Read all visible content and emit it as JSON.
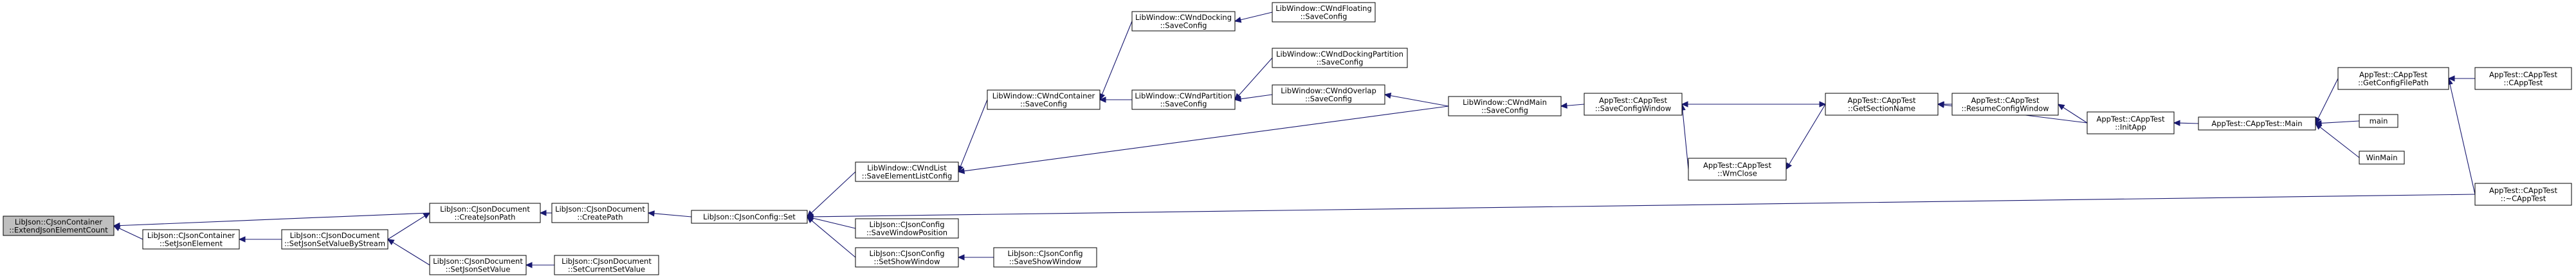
{
  "graph": {
    "nodes": [
      {
        "id": "root",
        "lines": [
          "LibJson::CJsonContainer",
          "::ExtendJsonElementCount"
        ],
        "root": true
      },
      {
        "id": "cjp",
        "lines": [
          "LibJson::CJsonDocument",
          "::CreateJsonPath"
        ]
      },
      {
        "id": "setje",
        "lines": [
          "LibJson::CJsonContainer",
          "::SetJsonElement"
        ]
      },
      {
        "id": "cp",
        "lines": [
          "LibJson::CJsonDocument",
          "::CreatePath"
        ]
      },
      {
        "id": "sjvbs",
        "lines": [
          "LibJson::CJsonDocument",
          "::SetJsonSetValueByStream"
        ]
      },
      {
        "id": "sjsv",
        "lines": [
          "LibJson::CJsonDocument",
          "::SetJsonSetValue"
        ]
      },
      {
        "id": "scsv",
        "lines": [
          "LibJson::CJsonDocument",
          "::SetCurrentSetValue"
        ]
      },
      {
        "id": "cfgset",
        "lines": [
          "LibJson::CJsonConfig::Set"
        ]
      },
      {
        "id": "selc",
        "lines": [
          "LibWindow::CWndList",
          "::SaveElementListConfig"
        ]
      },
      {
        "id": "swp",
        "lines": [
          "LibJson::CJsonConfig",
          "::SaveWindowPosition"
        ]
      },
      {
        "id": "ssw",
        "lines": [
          "LibJson::CJsonConfig",
          "::SetShowWindow"
        ]
      },
      {
        "id": "ssw2",
        "lines": [
          "LibJson::CJsonConfig",
          "::SaveShowWindow"
        ]
      },
      {
        "id": "wcont",
        "lines": [
          "LibWindow::CWndContainer",
          "::SaveConfig"
        ]
      },
      {
        "id": "wdock",
        "lines": [
          "LibWindow::CWndDocking",
          "::SaveConfig"
        ]
      },
      {
        "id": "wfloat",
        "lines": [
          "LibWindow::CWndFloating",
          "::SaveConfig"
        ]
      },
      {
        "id": "wpart",
        "lines": [
          "LibWindow::CWndPartition",
          "::SaveConfig"
        ]
      },
      {
        "id": "wdp",
        "lines": [
          "LibWindow::CWndDockingPartition",
          "::SaveConfig"
        ]
      },
      {
        "id": "wover",
        "lines": [
          "LibWindow::CWndOverlap",
          "::SaveConfig"
        ]
      },
      {
        "id": "wmain",
        "lines": [
          "LibWindow::CWndMain",
          "::SaveConfig"
        ]
      },
      {
        "id": "scw",
        "lines": [
          "AppTest::CAppTest",
          "::SaveConfigWindow"
        ]
      },
      {
        "id": "winclose",
        "lines": [
          "AppTest::CAppTest",
          "::WmClose"
        ]
      },
      {
        "id": "gsn",
        "lines": [
          "AppTest::CAppTest",
          "::GetSectionName"
        ]
      },
      {
        "id": "rcw",
        "lines": [
          "AppTest::CAppTest",
          "::ResumeConfigWindow"
        ]
      },
      {
        "id": "initapp",
        "lines": [
          "AppTest::CAppTest",
          "::InitApp"
        ]
      },
      {
        "id": "amain",
        "lines": [
          "AppTest::CAppTest::Main"
        ]
      },
      {
        "id": "gcfp",
        "lines": [
          "AppTest::CAppTest",
          "::GetConfigFilePath"
        ]
      },
      {
        "id": "ctor",
        "lines": [
          "AppTest::CAppTest",
          "::CAppTest"
        ]
      },
      {
        "id": "dtor",
        "lines": [
          "AppTest::CAppTest",
          "::~CAppTest"
        ]
      },
      {
        "id": "main",
        "lines": [
          "main"
        ]
      },
      {
        "id": "winmain",
        "lines": [
          "WinMain"
        ]
      }
    ],
    "edges": [
      [
        "cjp",
        "root"
      ],
      [
        "setje",
        "root"
      ],
      [
        "cp",
        "cjp"
      ],
      [
        "sjvbs",
        "cjp"
      ],
      [
        "sjvbs",
        "setje"
      ],
      [
        "sjsv",
        "sjvbs"
      ],
      [
        "scsv",
        "sjsv"
      ],
      [
        "cfgset",
        "cp"
      ],
      [
        "selc",
        "cfgset"
      ],
      [
        "swp",
        "cfgset"
      ],
      [
        "ssw",
        "cfgset"
      ],
      [
        "dtor",
        "cfgset"
      ],
      [
        "ssw2",
        "ssw"
      ],
      [
        "wcont",
        "selc"
      ],
      [
        "wmain",
        "selc"
      ],
      [
        "wdock",
        "wcont"
      ],
      [
        "wpart",
        "wcont"
      ],
      [
        "wfloat",
        "wdock"
      ],
      [
        "wdp",
        "wpart"
      ],
      [
        "wover",
        "wpart"
      ],
      [
        "wmain",
        "wover"
      ],
      [
        "scw",
        "wmain"
      ],
      [
        "gsn",
        "scw"
      ],
      [
        "winclose",
        "scw"
      ],
      [
        "gsn",
        "winclose"
      ],
      [
        "scw",
        "gsn"
      ],
      [
        "rcw",
        "gsn"
      ],
      [
        "initapp",
        "gsn"
      ],
      [
        "initapp",
        "rcw"
      ],
      [
        "amain",
        "initapp"
      ],
      [
        "gcfp",
        "amain"
      ],
      [
        "main",
        "amain"
      ],
      [
        "winmain",
        "amain"
      ],
      [
        "ctor",
        "gcfp"
      ],
      [
        "dtor",
        "gcfp"
      ]
    ]
  }
}
